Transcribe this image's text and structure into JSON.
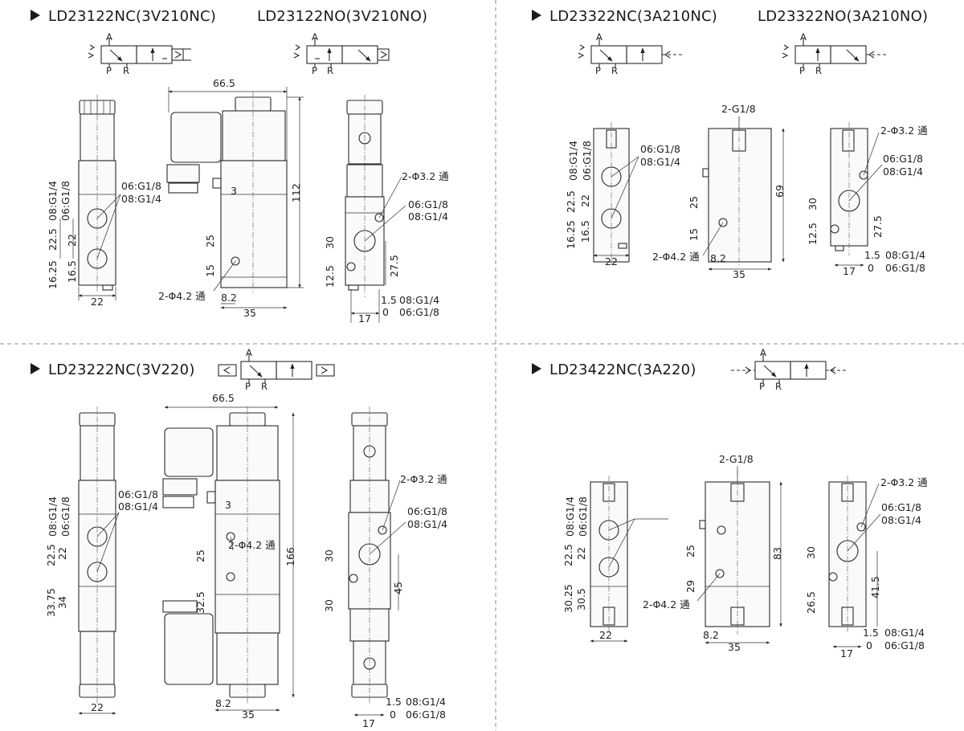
{
  "q1": {
    "title_nc": "LD23122NC(3V210NC)",
    "title_no": "LD23122NO(3V210NO)",
    "sym": {
      "a": "A",
      "p": "P",
      "r": "R"
    },
    "front": {
      "d1": "08:G1/4",
      "d2": "06:G1/8",
      "d3": "22.5",
      "d4": "22",
      "d5": "16.25",
      "d6": "16.5",
      "d7": "22",
      "p1": "06:G1/8",
      "p2": "08:G1/4"
    },
    "side": {
      "w": "66.5",
      "h": "112",
      "d3": "3",
      "d25": "25",
      "d15": "15",
      "hole": "2-Φ4.2 通",
      "d82": "8.2",
      "d35": "35"
    },
    "right": {
      "hole": "2-Φ3.2 通",
      "p1": "06:G1/8",
      "p2": "08:G1/4",
      "d30": "30",
      "d125": "12.5",
      "d275": "27.5",
      "d15": "1.5",
      "d0": "0",
      "d17": "17",
      "b1": "08:G1/4",
      "b2": "06:G1/8"
    }
  },
  "q2": {
    "title_nc": "LD23322NC(3A210NC)",
    "title_no": "LD23322NO(3A210NO)",
    "sym": {
      "a": "A",
      "p": "P",
      "r": "R"
    },
    "front": {
      "d1": "08:G1/4",
      "d2": "06:G1/8",
      "d3": "22.5",
      "d4": "22",
      "d5": "16.25",
      "d6": "16.5",
      "d7": "22",
      "p1": "06:G1/8",
      "p2": "08:G1/4"
    },
    "side": {
      "g": "2-G1/8",
      "h": "69",
      "d25": "25",
      "d15": "15",
      "hole": "2-Φ4.2 通",
      "d82": "8.2",
      "d35": "35"
    },
    "right": {
      "hole": "2-Φ3.2 通",
      "p1": "06:G1/8",
      "p2": "08:G1/4",
      "d30": "30",
      "d125": "12.5",
      "d275": "27.5",
      "d15": "1.5",
      "d0": "0",
      "d17": "17",
      "b1": "08:G1/4",
      "b2": "06:G1/8"
    }
  },
  "q3": {
    "title": "LD23222NC(3V220)",
    "sym": {
      "a": "A",
      "p": "P",
      "r": "R"
    },
    "front": {
      "d1": "08:G1/4",
      "d2": "06:G1/8",
      "d3": "22.5",
      "d4": "22",
      "d5": "33.75",
      "d6": "34",
      "d7": "22",
      "p1": "06:G1/8",
      "p2": "08:G1/4"
    },
    "side": {
      "w": "66.5",
      "h": "166",
      "d3": "3",
      "d25": "25",
      "hole": "2-Φ4.2 通",
      "d325": "32.5",
      "d82": "8.2",
      "d35": "35"
    },
    "right": {
      "hole": "2-Φ3.2 通",
      "p1": "06:G1/8",
      "p2": "08:G1/4",
      "d30a": "30",
      "d30b": "30",
      "d45": "45",
      "d15": "1.5",
      "d0": "0",
      "d17": "17",
      "b1": "08:G1/4",
      "b2": "06:G1/8"
    }
  },
  "q4": {
    "title": "LD23422NC(3A220)",
    "sym": {
      "a": "A",
      "p": "P",
      "r": "R"
    },
    "front": {
      "d1": "08:G1/4",
      "d2": "06:G1/8",
      "d3": "22.5",
      "d4": "22",
      "d5": "30.25",
      "d6": "30.5",
      "d7": "22"
    },
    "side": {
      "g": "2-G1/8",
      "h": "83",
      "d25": "25",
      "d29": "29",
      "hole": "2-Φ4.2 通",
      "d82": "8.2",
      "d35": "35"
    },
    "right": {
      "hole": "2-Φ3.2 通",
      "p1": "06:G1/8",
      "p2": "08:G1/4",
      "d30": "30",
      "d265": "26.5",
      "d415": "41.5",
      "d15": "1.5",
      "d0": "0",
      "d17": "17",
      "b1": "08:G1/4",
      "b2": "06:G1/8"
    }
  }
}
